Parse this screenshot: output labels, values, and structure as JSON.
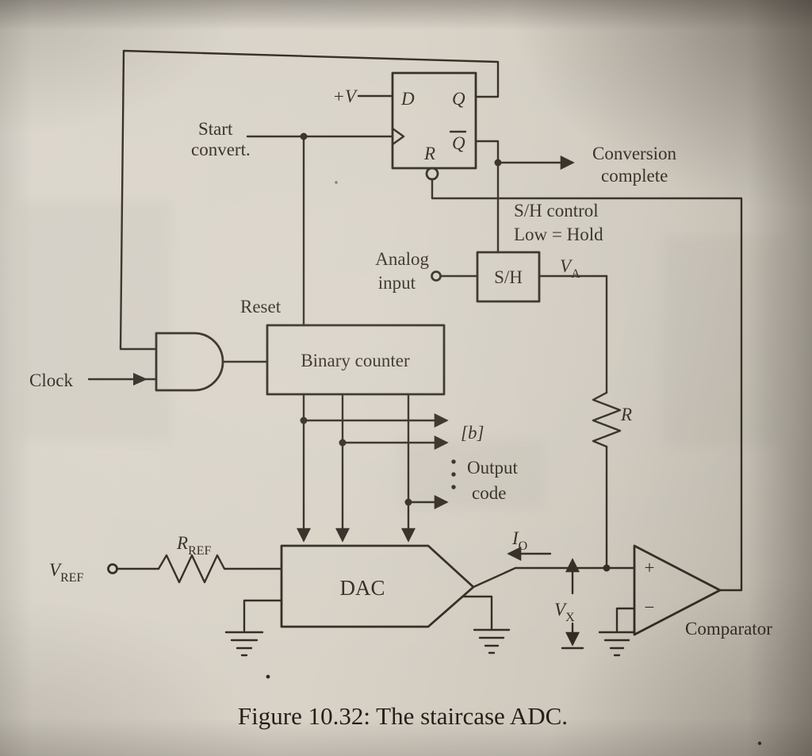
{
  "colors": {
    "ink": "#322b23",
    "paper_light": "#dbd6cc",
    "paper_dark": "#b1aba0"
  },
  "caption": "Figure 10.32: The staircase ADC.",
  "flipflop": {
    "plus_v": "+V",
    "d": "D",
    "q": "Q",
    "qbar": "Q",
    "r": "R"
  },
  "labels": {
    "start1": "Start",
    "start2": "convert.",
    "conv1": "Conversion",
    "conv2": "complete",
    "shc1": "S/H control",
    "shc2": "Low = Hold",
    "analog1": "Analog",
    "analog2": "input",
    "sh": "S/H",
    "va_m": "V",
    "va_s": "A",
    "reset": "Reset",
    "clock": "Clock",
    "counter": "Binary counter",
    "bus": "[b]",
    "out1": "Output",
    "out2": "code",
    "r": "R",
    "rref_m": "R",
    "rref_s": "REF",
    "vref_m": "V",
    "vref_s": "REF",
    "dac": "DAC",
    "io_m": "I",
    "io_s": "O",
    "vx_m": "V",
    "vx_s": "X",
    "plus": "+",
    "minus": "−",
    "comparator": "Comparator"
  }
}
